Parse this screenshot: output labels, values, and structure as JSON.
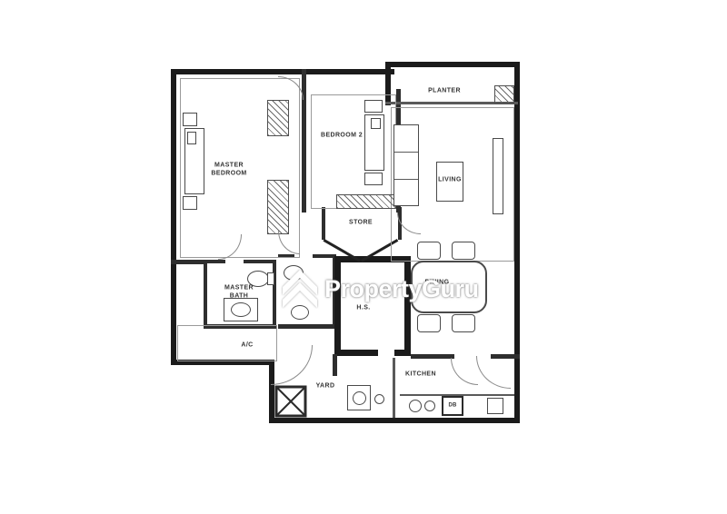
{
  "watermark": {
    "text": "PropertyGuru",
    "icon": "propertyguru-double-chevron"
  },
  "labels": {
    "master_bedroom": "MASTER BEDROOM",
    "bedroom2": "BEDROOM 2",
    "planter": "PLANTER",
    "living": "LIVING",
    "store": "STORE",
    "master_bath": "MASTER BATH",
    "ac_ledge": "A/C",
    "household_shelter": "H.S.",
    "dining": "DINING",
    "yard": "YARD",
    "kitchen": "KITCHEN",
    "db": "DB"
  },
  "colors": {
    "wall": "#1b1b1b",
    "line": "#5a5a5a",
    "background": "#ffffff",
    "label": "#343434",
    "watermark": "#ffffff"
  },
  "icons": {
    "propertyguru_logo": "two stacked white chevrons pointing up",
    "shaft": "square with X cross",
    "wardrobe": "diagonal hatch strip"
  }
}
